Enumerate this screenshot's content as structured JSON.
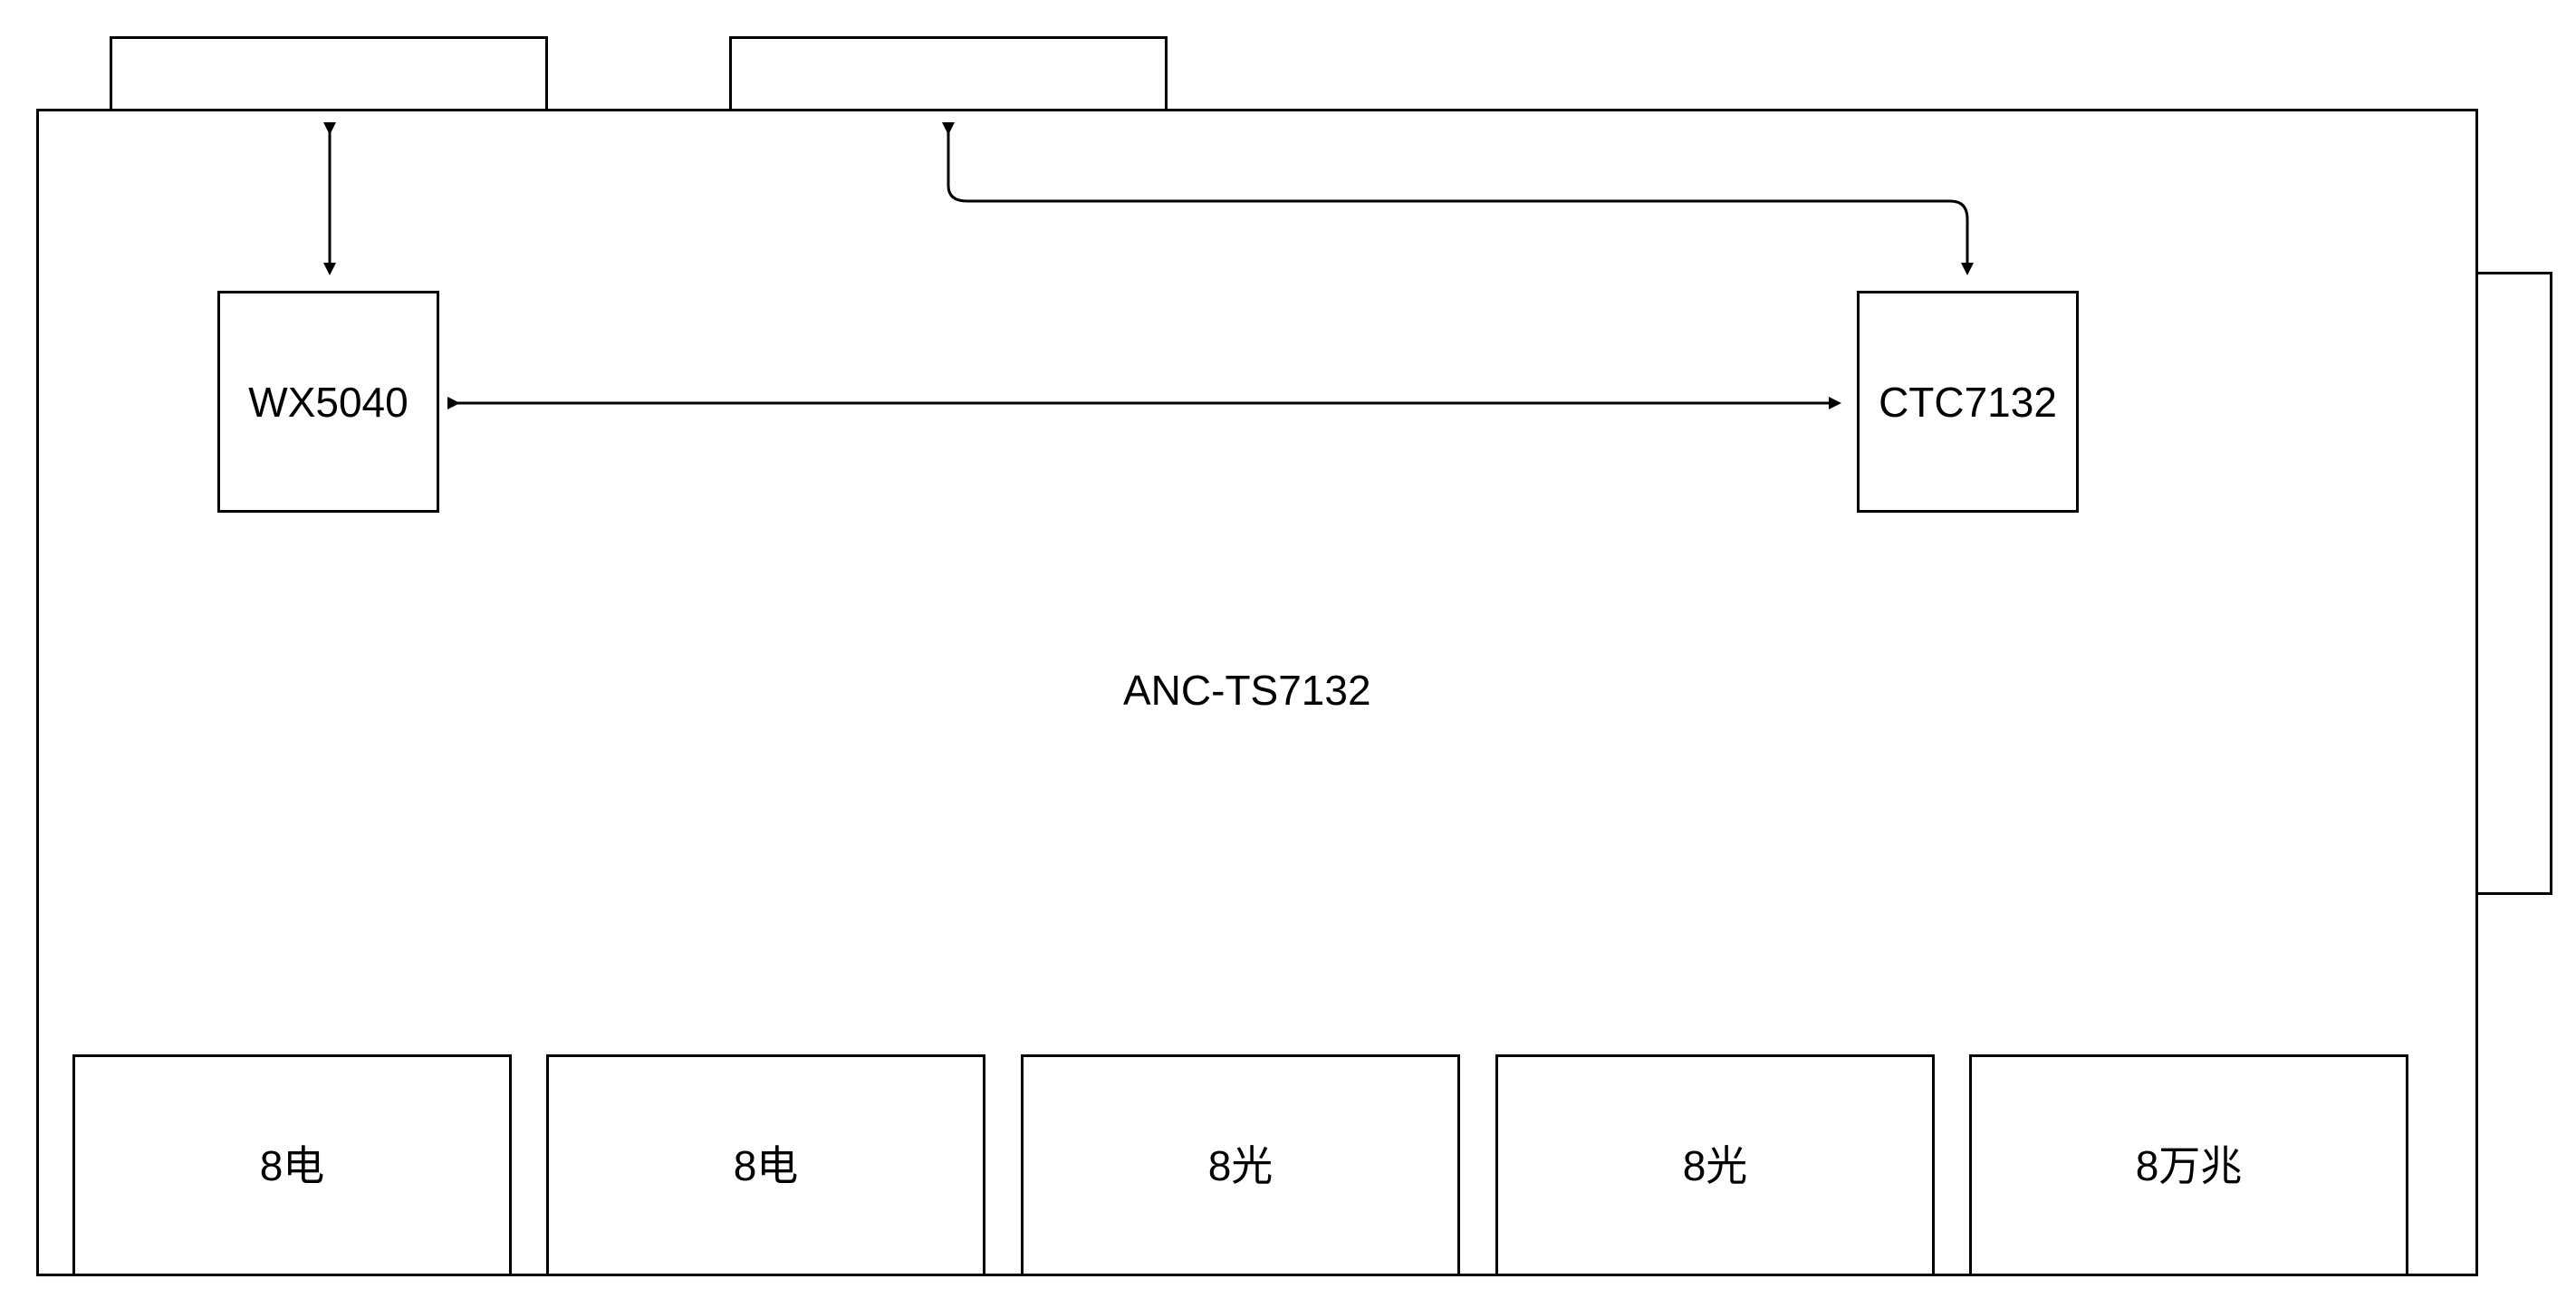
{
  "diagram": {
    "board_label": "ANC-TS7132",
    "chips": {
      "left": "WX5040",
      "right": "CTC7132"
    },
    "ports": [
      {
        "label": "8电"
      },
      {
        "label": "8电"
      },
      {
        "label": "8光"
      },
      {
        "label": "8光"
      },
      {
        "label": "8万兆"
      }
    ],
    "colors": {
      "stroke": "#000000",
      "background": "#ffffff"
    }
  }
}
